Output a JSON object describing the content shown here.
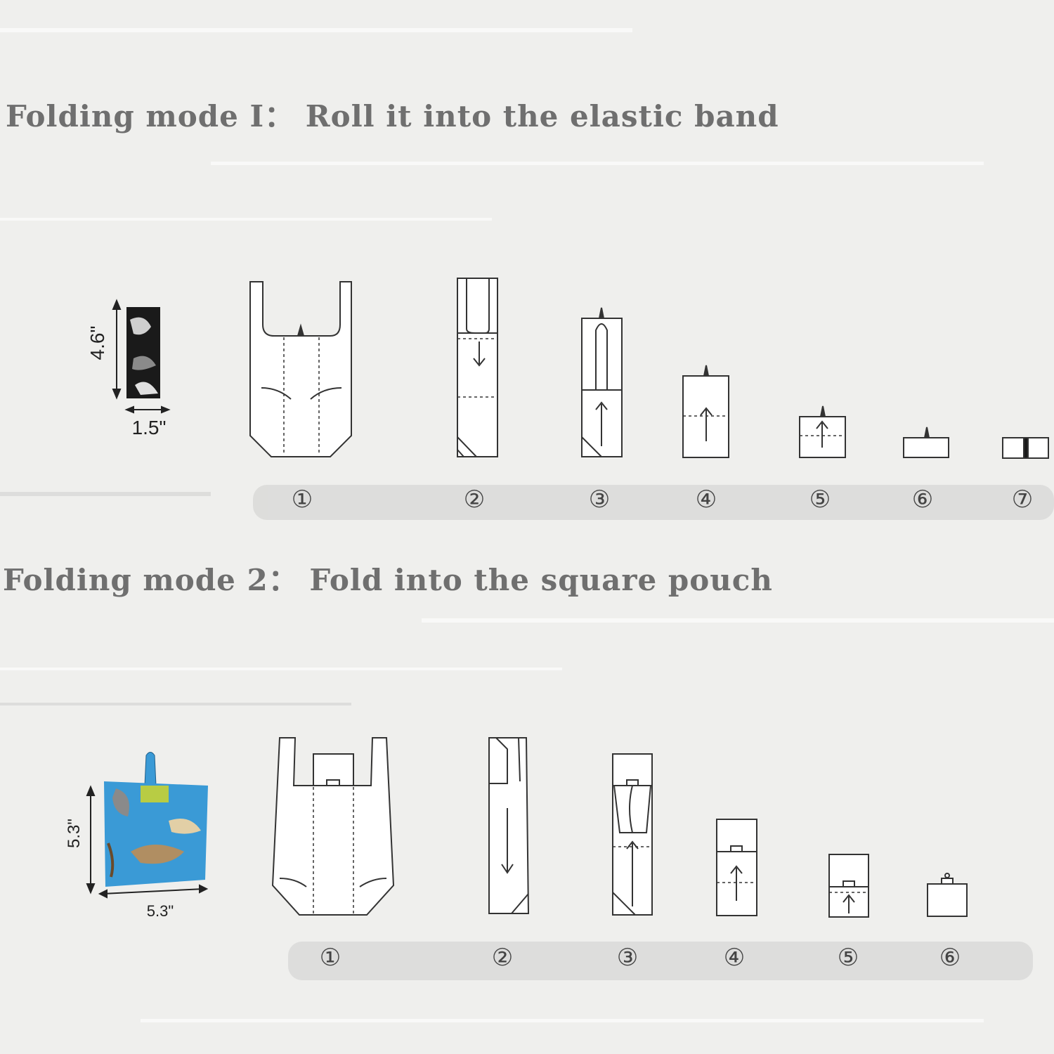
{
  "sections": [
    {
      "title": "Folding mode I： Roll it into the elastic band",
      "dimensions": {
        "height": "4.6\"",
        "width": "1.5\""
      },
      "steps": [
        "①",
        "②",
        "③",
        "④",
        "⑤",
        "⑥",
        "⑦"
      ]
    },
    {
      "title": "Folding mode 2： Fold into the square pouch",
      "dimensions": {
        "height": "5.3\"",
        "width": "5.3\""
      },
      "steps": [
        "①",
        "②",
        "③",
        "④",
        "⑤",
        "⑥"
      ]
    }
  ],
  "colors": {
    "title": "#6f6f6f",
    "line": "#333333",
    "pouch": "#3a9ad6",
    "band": "#1a1a1a"
  }
}
